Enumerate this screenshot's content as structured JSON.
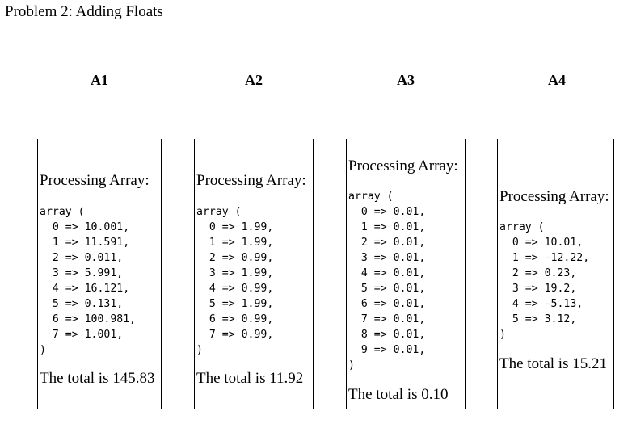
{
  "page": {
    "title": "Problem 2: Adding Floats"
  },
  "columns": [
    {
      "header": "A1",
      "processing_label": "Processing Array:",
      "array_open": "array (",
      "items": [
        "  0 => 10.001,",
        "  1 => 11.591,",
        "  2 => 0.011,",
        "  3 => 5.991,",
        "  4 => 16.121,",
        "  5 => 0.131,",
        "  6 => 100.981,",
        "  7 => 1.001,"
      ],
      "array_close": ")",
      "total": "The total is 145.83"
    },
    {
      "header": "A2",
      "processing_label": "Processing Array:",
      "array_open": "array (",
      "items": [
        "  0 => 1.99,",
        "  1 => 1.99,",
        "  2 => 0.99,",
        "  3 => 1.99,",
        "  4 => 0.99,",
        "  5 => 1.99,",
        "  6 => 0.99,",
        "  7 => 0.99,"
      ],
      "array_close": ")",
      "total": "The total is 11.92"
    },
    {
      "header": "A3",
      "processing_label": "Processing Array:",
      "array_open": "array (",
      "items": [
        "  0 => 0.01,",
        "  1 => 0.01,",
        "  2 => 0.01,",
        "  3 => 0.01,",
        "  4 => 0.01,",
        "  5 => 0.01,",
        "  6 => 0.01,",
        "  7 => 0.01,",
        "  8 => 0.01,",
        "  9 => 0.01,"
      ],
      "array_close": ")",
      "total": "The total is 0.10"
    },
    {
      "header": "A4",
      "processing_label": "Processing Array:",
      "array_open": "array (",
      "items": [
        "  0 => 10.01,",
        "  1 => -12.22,",
        "  2 => 0.23,",
        "  3 => 19.2,",
        "  4 => -5.13,",
        "  5 => 3.12,"
      ],
      "array_close": ")",
      "total": "The total is 15.21"
    }
  ]
}
